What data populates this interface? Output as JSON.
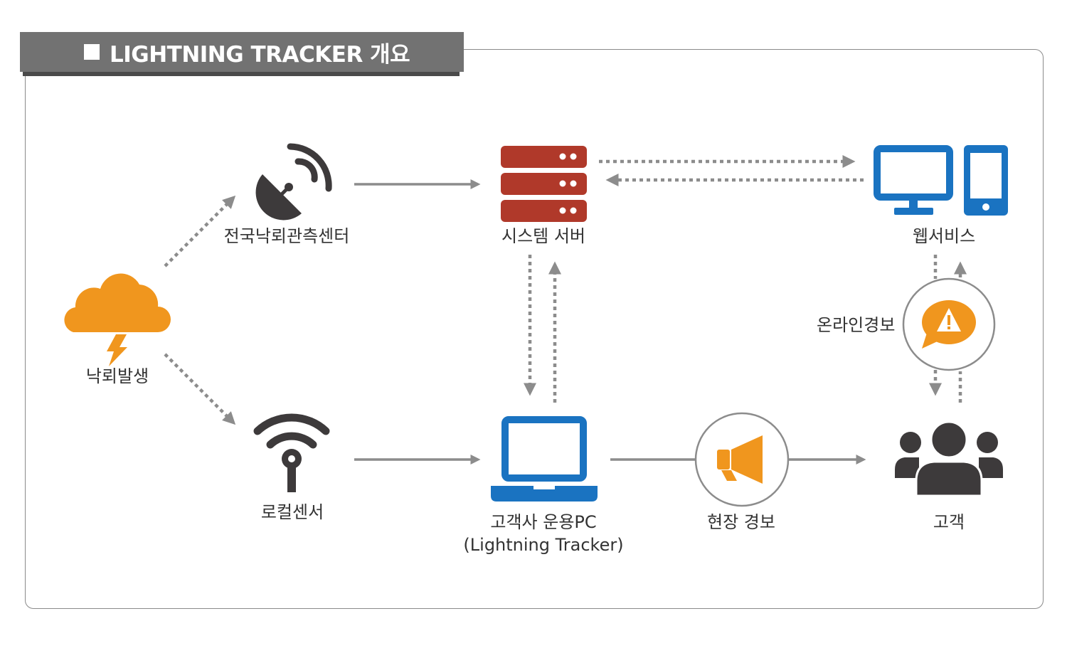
{
  "title": "LIGHTNING TRACKER 개요",
  "nodes": {
    "lightning": "낙뢰발생",
    "national_center": "전국낙뢰관측센터",
    "local_sensor": "로컬센서",
    "system_server": "시스템 서버",
    "web_service": "웹서비스",
    "customer_pc_line1": "고객사 운용PC",
    "customer_pc_line2": "(Lightning Tracker)",
    "onsite_alert": "현장 경보",
    "online_alert": "온라인경보",
    "customer": "고객"
  },
  "colors": {
    "orange": "#F0961E",
    "dark": "#3D3A3B",
    "red": "#B0392A",
    "blue": "#1A73C1",
    "arrow": "#8C8C8C",
    "banner": "#727272"
  },
  "icons": {
    "lightning": "storm-cloud-icon",
    "national_center": "satellite-dish-icon",
    "local_sensor": "antenna-icon",
    "system_server": "server-rack-icon",
    "web_service": "desktop-and-phone-icon",
    "customer_pc": "laptop-icon",
    "onsite_alert": "megaphone-icon",
    "online_alert": "warning-speech-bubble-icon",
    "customer": "user-group-icon"
  }
}
